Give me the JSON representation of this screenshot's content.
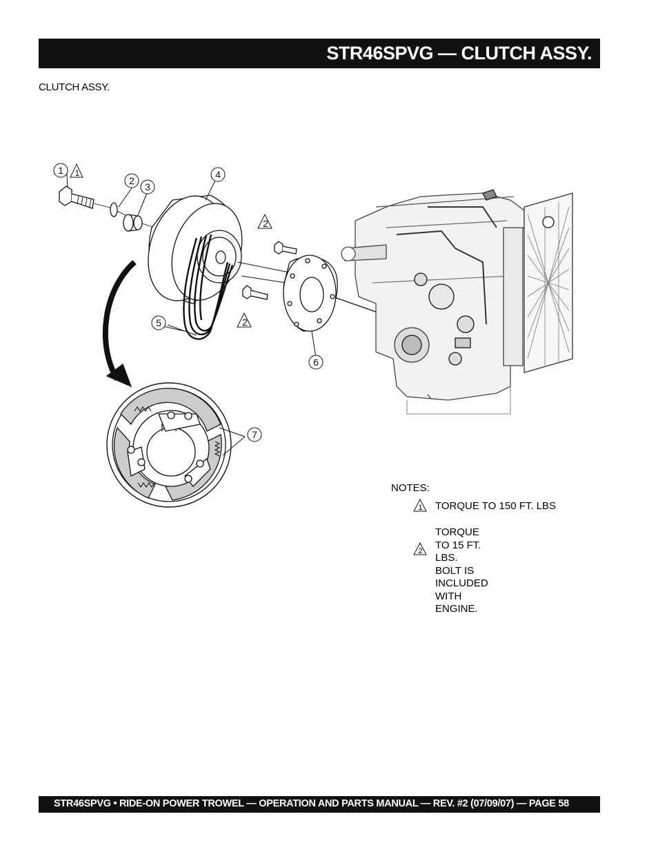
{
  "header": {
    "title": "STR46SPVG — CLUTCH  ASSY."
  },
  "section": {
    "subtitle": "CLUTCH ASSY."
  },
  "figure": {
    "callouts": [
      "1",
      "2",
      "3",
      "4",
      "5",
      "6",
      "7"
    ],
    "warning_marks": [
      "1",
      "2",
      "2"
    ]
  },
  "notes": {
    "heading": "NOTES:",
    "items": [
      {
        "mark": "1",
        "text": "TORQUE TO 150 FT. LBS"
      },
      {
        "mark": "2",
        "lines": [
          "TORQUE TO 15 FT. LBS.",
          "BOLT IS INCLUDED WITH",
          "ENGINE."
        ]
      }
    ]
  },
  "footer": {
    "text": "STR46SPVG • RIDE-ON POWER TROWEL — OPERATION AND PARTS MANUAL — REV. #2 (07/09/07) — PAGE 58"
  }
}
